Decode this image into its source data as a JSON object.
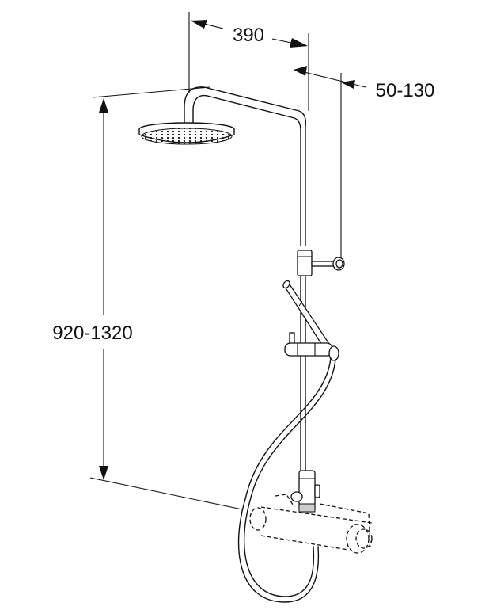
{
  "diagram": {
    "subject": "Shower system with overhead shower head, riser rail, hand shower and thermostatic mixer",
    "colors": {
      "line": "#111111",
      "background": "#ffffff"
    },
    "dimensions": {
      "arm_reach": "390",
      "wall_distance": "50-130",
      "height_range": "920-1320"
    }
  }
}
